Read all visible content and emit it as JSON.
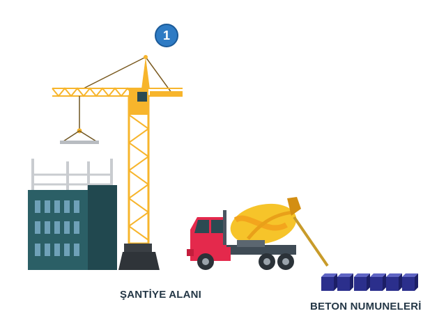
{
  "step": {
    "number": "1"
  },
  "labels": {
    "site": "ŞANTİYE ALANI",
    "samples": "BETON NUMUNELERİ"
  },
  "colors": {
    "crane": "#f7b52c",
    "building": "#2b5f66",
    "truck_cab": "#e4294c",
    "mixer_drum": "#f6c42a",
    "sample_cube": "#2b2f8c",
    "badge": "#2e7bc4"
  },
  "icons": [
    "tower-crane-icon",
    "building-icon",
    "concrete-mixer-truck-icon",
    "concrete-sample-cube-icon"
  ],
  "samples": {
    "count": 6
  }
}
